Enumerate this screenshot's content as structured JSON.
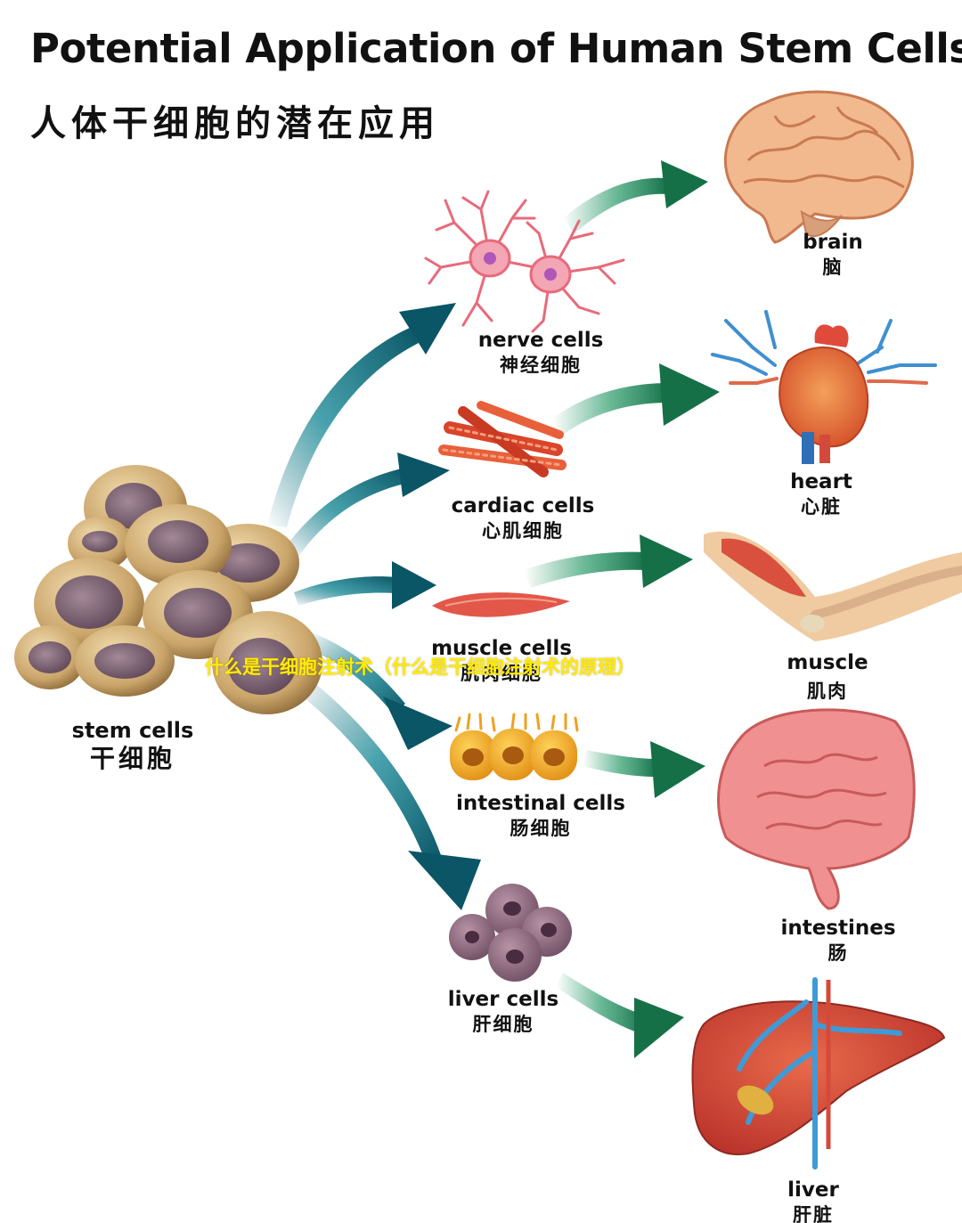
{
  "title": {
    "english": "Potential Application of Human Stem Cells",
    "chinese": "人体干细胞的潜在应用"
  },
  "source": {
    "label_en": "stem cells",
    "label_zh": "干细胞"
  },
  "cells": [
    {
      "id": "nerve",
      "label_en": "nerve cells",
      "label_zh": "神经细胞"
    },
    {
      "id": "cardiac",
      "label_en": "cardiac cells",
      "label_zh": "心肌细胞"
    },
    {
      "id": "muscle",
      "label_en": "muscle cells",
      "label_zh": "肌肉细胞"
    },
    {
      "id": "intestinal",
      "label_en": "intestinal cells",
      "label_zh": "肠细胞"
    },
    {
      "id": "liver",
      "label_en": "liver cells",
      "label_zh": "肝细胞"
    }
  ],
  "organs": [
    {
      "id": "brain",
      "label_en": "brain",
      "label_zh": "脑"
    },
    {
      "id": "heart",
      "label_en": "heart",
      "label_zh": "心脏"
    },
    {
      "id": "muscle",
      "label_en": "muscle",
      "label_zh": "肌肉"
    },
    {
      "id": "intestines",
      "label_en": "intestines",
      "label_zh": "肠"
    },
    {
      "id": "liver",
      "label_en": "liver",
      "label_zh": "肝脏"
    }
  ],
  "overlay_caption": "什么是干细胞注射术（什么是干细胞注射术的原理）",
  "colors": {
    "arrow_teal": "#0f6b7a",
    "arrow_green": "#1f8a5c",
    "caption_yellow": "#ffeb00"
  }
}
